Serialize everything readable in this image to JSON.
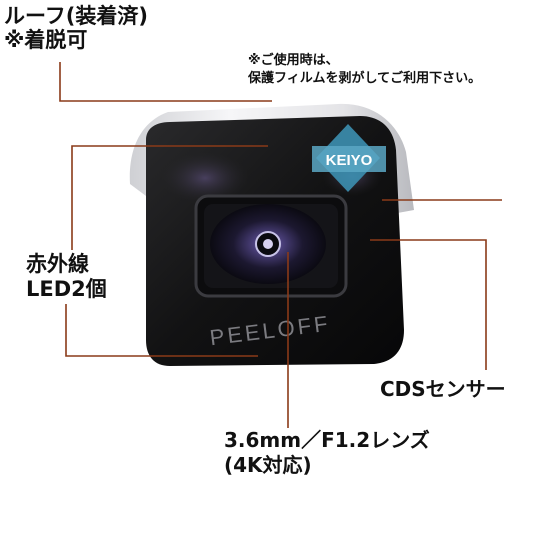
{
  "labels": {
    "roof": [
      "ルーフ(装着済)",
      "※着脱可"
    ],
    "notice": [
      "※ご使用時は、",
      "保護フィルムを剥がしてご利用下さい。"
    ],
    "infrared": [
      "赤外線",
      "LED2個"
    ],
    "cds": "CDSセンサー",
    "lens": [
      "3.6mm／F1.2レンズ",
      "(4K対応)"
    ]
  },
  "camera_print": {
    "film_text": "PEELOFF",
    "badge_text": "KEIYO"
  },
  "colors": {
    "leader_line": "#8a3a18",
    "roof_shell": "#e8e8ea",
    "body": "#141414",
    "badge": "#3c8fb0"
  }
}
